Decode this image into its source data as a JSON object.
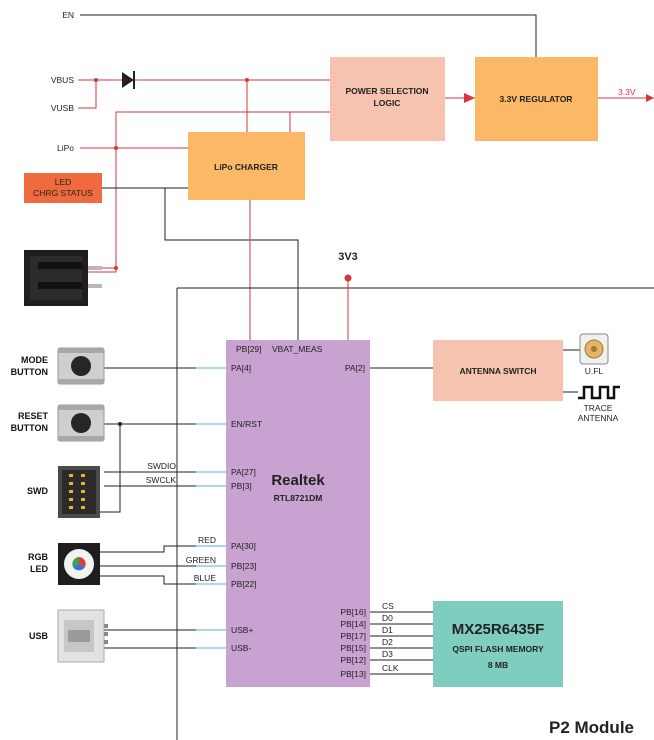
{
  "inputs": {
    "en": "EN",
    "vbus": "VBUS",
    "vusb": "VUSB",
    "lipo": "LiPo",
    "led_line1": "LED",
    "led_line2": "CHRG STATUS"
  },
  "blocks": {
    "power_selection_line1": "POWER SELECTION",
    "power_selection_line2": "LOGIC",
    "regulator": "3.3V REGULATOR",
    "charger": "LiPo CHARGER",
    "antenna_switch": "ANTENNA SWITCH",
    "realtek_name": "Realtek",
    "realtek_part": "RTL8721DM",
    "flash_name": "MX25R6435F",
    "flash_desc": "QSPI FLASH MEMORY",
    "flash_size": "8 MB"
  },
  "rails": {
    "out_3v3": "3.3V",
    "v3v3": "3V3"
  },
  "peripherals": {
    "mode_line1": "MODE",
    "mode_line2": "BUTTON",
    "reset_line1": "RESET",
    "reset_line2": "BUTTON",
    "swd": "SWD",
    "rgb_line1": "RGB",
    "rgb_line2": "LED",
    "usb": "USB"
  },
  "antennas": {
    "ufl": "U.FL",
    "trace_line1": "TRACE",
    "trace_line2": "ANTENNA"
  },
  "pins": {
    "pb29": "PB[29]",
    "vbat_meas": "VBAT_MEAS",
    "pa4": "PA[4]",
    "pa2": "PA[2]",
    "en_rst": "EN/RST",
    "pa27": "PA[27]",
    "pb3": "PB[3]",
    "pa30": "PA[30]",
    "pb23": "PB[23]",
    "pb22": "PB[22]",
    "usb_plus": "USB+",
    "usb_minus": "USB-",
    "pb16": "PB[16]",
    "pb14": "PB[14]",
    "pb17": "PB[17]",
    "pb15": "PB[15]",
    "pb12": "PB[12]",
    "pb13": "PB[13]"
  },
  "signals": {
    "swdio": "SWDIO",
    "swclk": "SWCLK",
    "red": "RED",
    "green": "GREEN",
    "blue": "BLUE",
    "cs": "CS",
    "d0": "D0",
    "d1": "D1",
    "d2": "D2",
    "d3": "D3",
    "clk": "CLK"
  },
  "footer": {
    "module_title": "P2 Module"
  },
  "colors": {
    "power_block": "#f5c3b0",
    "regulator_block": "#fbb866",
    "led_block": "#ef6a3e",
    "realtek_block": "#c8a2d0",
    "flash_block": "#7fcdbf",
    "power_wire": "#d9343a",
    "signal_wire": "#5aaee0"
  }
}
